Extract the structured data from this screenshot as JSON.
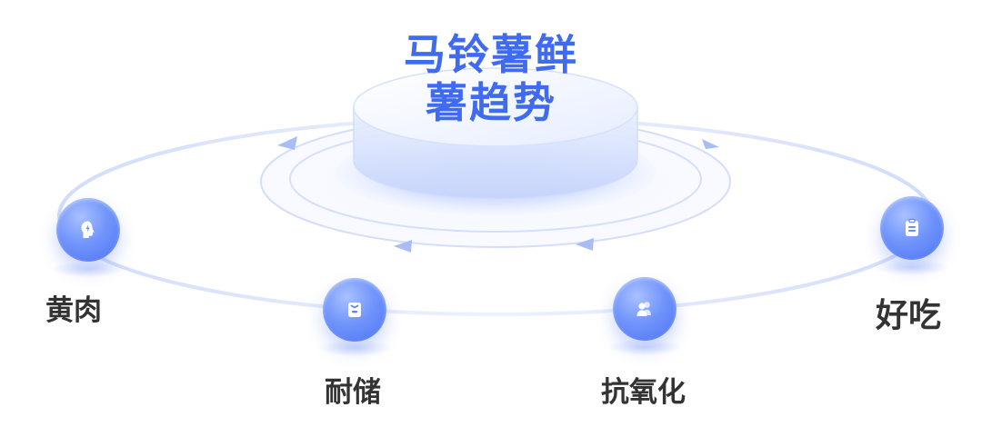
{
  "title": {
    "line1": "马铃薯鲜",
    "line2": "薯趋势"
  },
  "nodes": [
    {
      "label": "黄肉",
      "icon": "head-lightning-icon"
    },
    {
      "label": "耐储",
      "icon": "storage-box-icon"
    },
    {
      "label": "抗氧化",
      "icon": "people-icon"
    },
    {
      "label": "好吃",
      "icon": "clipboard-icon"
    }
  ],
  "colors": {
    "accent": "#3f6bf2",
    "node": "#5f86f7",
    "ring": "#c9d7fb",
    "label": "#333333"
  }
}
